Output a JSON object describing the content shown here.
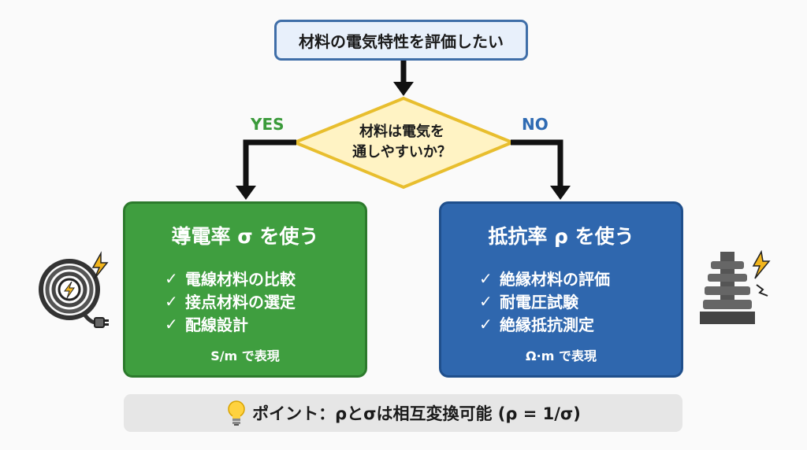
{
  "start": {
    "label": "材料の電気特性を評価したい"
  },
  "decision": {
    "line1": "材料は電気を",
    "line2": "通しやすいか？"
  },
  "branches": {
    "yes_label": "YES",
    "no_label": "NO"
  },
  "left_card": {
    "title": "導電率 σ を使う",
    "check_glyph": "✓",
    "items": [
      "電線材料の比較",
      "接点材料の選定",
      "配線設計"
    ],
    "unit_note": "S/m で表現",
    "color": "#3f9e3f"
  },
  "right_card": {
    "title": "抵抗率 ρ を使う",
    "check_glyph": "✓",
    "items": [
      "絶縁材料の評価",
      "耐電圧試験",
      "絶縁抵抗測定"
    ],
    "unit_note": "Ω·m で表現",
    "color": "#2f67ae"
  },
  "point": {
    "text": "ポイント：ρとσは相互変換可能 (ρ = 1/σ)",
    "icon": "lightbulb-icon"
  },
  "icons": {
    "left": "cable-coil-icon",
    "right": "insulator-icon"
  },
  "colors": {
    "decision_fill": "#fff3c4",
    "decision_border": "#e8be2e",
    "arrow": "#111111"
  }
}
